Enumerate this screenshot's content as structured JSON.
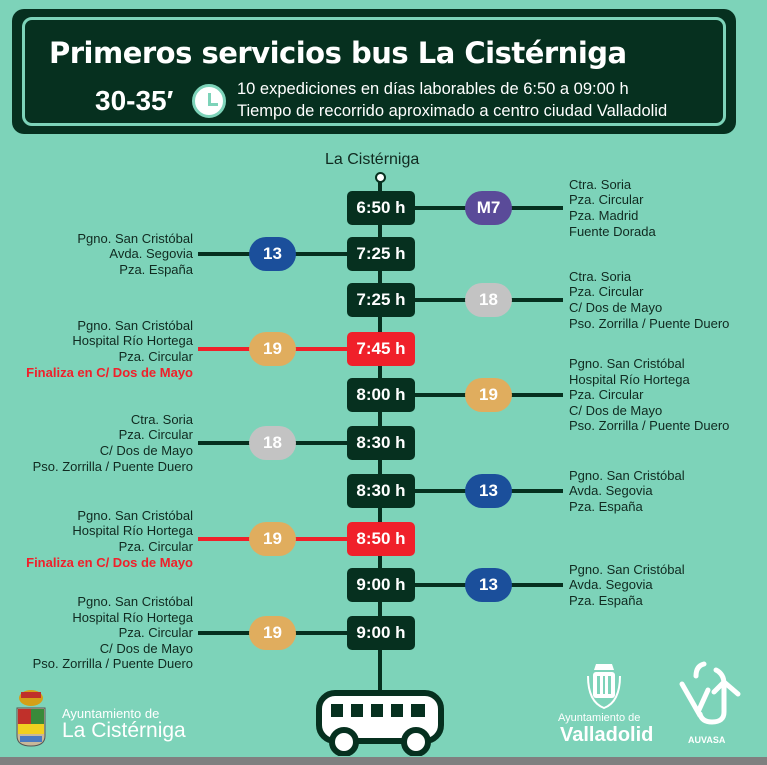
{
  "header": {
    "title": "Primeros servicios bus La Cistérniga",
    "duration": "30-35′",
    "line1": "10 expediciones en días laborables de 6:50 a 09:00 h",
    "line2": "Tiempo de recorrido aproximado a centro ciudad Valladolid"
  },
  "origin": "La Cistérniga",
  "colors": {
    "M7": "#5a4b99",
    "13": "#1b4f9b",
    "18": "#c3c3c3",
    "19": "#e0ad5e",
    "red": "#f0202a",
    "dark": "#06301f"
  },
  "rows": [
    {
      "time": "6:50 h",
      "line": "M7",
      "side": "right",
      "highlight": false,
      "stops": [
        "Ctra. Soria",
        "Pza. Circular",
        "Pza. Madrid",
        "Fuente Dorada"
      ]
    },
    {
      "time": "7:25 h",
      "line": "13",
      "side": "left",
      "highlight": false,
      "stops": [
        "Pgno. San Cristóbal",
        "Avda. Segovia",
        "Pza. España"
      ]
    },
    {
      "time": "7:25 h",
      "line": "18",
      "side": "right",
      "highlight": false,
      "stops": [
        "Ctra. Soria",
        "Pza. Circular",
        "C/ Dos de Mayo",
        "Pso. Zorrilla / Puente Duero"
      ]
    },
    {
      "time": "7:45 h",
      "line": "19",
      "side": "left",
      "highlight": true,
      "stops": [
        "Pgno. San Cristóbal",
        "Hospital Río Hortega",
        "Pza. Circular"
      ],
      "note": "Finaliza en C/ Dos de Mayo"
    },
    {
      "time": "8:00 h",
      "line": "19",
      "side": "right",
      "highlight": false,
      "stops": [
        "Pgno. San Cristóbal",
        "Hospital Río Hortega",
        "Pza. Circular",
        "C/ Dos de Mayo",
        "Pso. Zorrilla / Puente Duero"
      ]
    },
    {
      "time": "8:30 h",
      "line": "18",
      "side": "left",
      "highlight": false,
      "stops": [
        "Ctra. Soria",
        "Pza. Circular",
        "C/ Dos de Mayo",
        "Pso. Zorrilla / Puente Duero"
      ]
    },
    {
      "time": "8:30 h",
      "line": "13",
      "side": "right",
      "highlight": false,
      "stops": [
        "Pgno. San Cristóbal",
        "Avda. Segovia",
        "Pza. España"
      ]
    },
    {
      "time": "8:50 h",
      "line": "19",
      "side": "left",
      "highlight": true,
      "stops": [
        "Pgno. San Cristóbal",
        "Hospital Río Hortega",
        "Pza. Circular"
      ],
      "note": "Finaliza en C/ Dos de Mayo"
    },
    {
      "time": "9:00 h",
      "line": "13",
      "side": "right",
      "highlight": false,
      "stops": [
        "Pgno. San Cristóbal",
        "Avda. Segovia",
        "Pza. España"
      ]
    },
    {
      "time": "9:00 h",
      "line": "19",
      "side": "left",
      "highlight": false,
      "stops": [
        "Pgno. San Cristóbal",
        "Hospital Río Hortega",
        "Pza. Circular",
        "C/ Dos de Mayo",
        "Pso. Zorrilla / Puente Duero"
      ]
    }
  ],
  "footer": {
    "cis_small": "Ayuntamiento de",
    "cis_big": "La Cistérniga",
    "vll_small": "Ayuntamiento de",
    "vll_big": "Valladolid",
    "auvasa": "AUVASA"
  }
}
